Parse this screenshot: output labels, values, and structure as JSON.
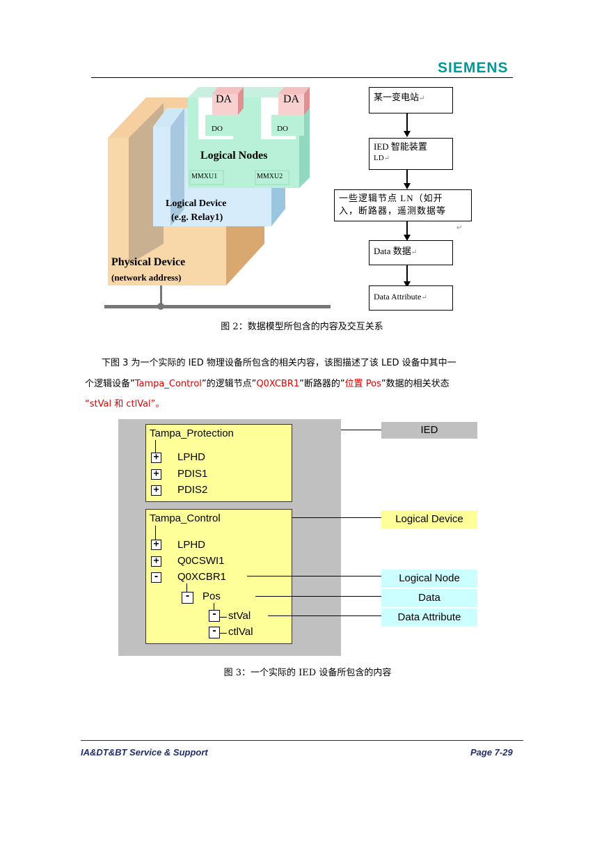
{
  "header": {
    "logo": "SIEMENS"
  },
  "figure2": {
    "illustration": {
      "da_left": "DA",
      "da_right": "DA",
      "do_left": "DO",
      "do_right": "DO",
      "logical_nodes": "Logical Nodes",
      "mmxu1": "MMXU1",
      "mmxu2": "MMXU2",
      "logical_device_line1": "Logical Device",
      "logical_device_line2": "(e.g. Relay1)",
      "physical_device_line1": "Physical Device",
      "physical_device_line2": "(network address)"
    },
    "flow": {
      "box1": "某一变电站",
      "box2_line1": "IED 智能装置",
      "box2_line2": "LD",
      "box3_line1": "一些逻辑节点 LN（如开",
      "box3_line2": "入，断路器，遥测数据等",
      "box4": "Data 数据",
      "box5": "Data Attribute"
    },
    "caption": "图 2：数据模型所包含的内容及交互关系"
  },
  "paragraph": {
    "line1": "下图 3 为一个实际的 IED 物理设备所包含的相关内容，该图描述了该 LED 设备中其中一",
    "line2_a": "个逻辑设备”",
    "line2_b": "Tampa_Control",
    "line2_c": "”的逻辑节点”",
    "line2_d": "Q0XCBR1",
    "line2_e": "”断路器的”",
    "line2_f": "位置 Pos",
    "line2_g": "”数据的相关状态",
    "line3": "“stVal 和 ctlVal”。"
  },
  "figure3": {
    "panel1": {
      "title": "Tampa_Protection",
      "items": [
        "LPHD",
        "PDIS1",
        "PDIS2"
      ],
      "toggle": "+"
    },
    "panel2": {
      "title": "Tampa_Control",
      "items": [
        "LPHD",
        "Q0CSWI1",
        "Q0XCBR1"
      ],
      "toggles": [
        "+",
        "+",
        "-"
      ],
      "pos": "Pos",
      "stval": "stVal",
      "ctlval": "ctlVal",
      "minus": "-"
    },
    "labels": {
      "ied": "IED",
      "logical_device": "Logical Device",
      "logical_node": "Logical Node",
      "data": "Data",
      "data_attribute": "Data Attribute"
    },
    "colors": {
      "ied_bg": "#c0c0c0",
      "ld_bg": "#ffff99",
      "node_bg": "#ccffff"
    },
    "caption": "图 3：一个实际的 IED 设备所包含的内容"
  },
  "footer": {
    "left": "IA&DT&BT Service & Support",
    "right": "Page 7-29"
  }
}
